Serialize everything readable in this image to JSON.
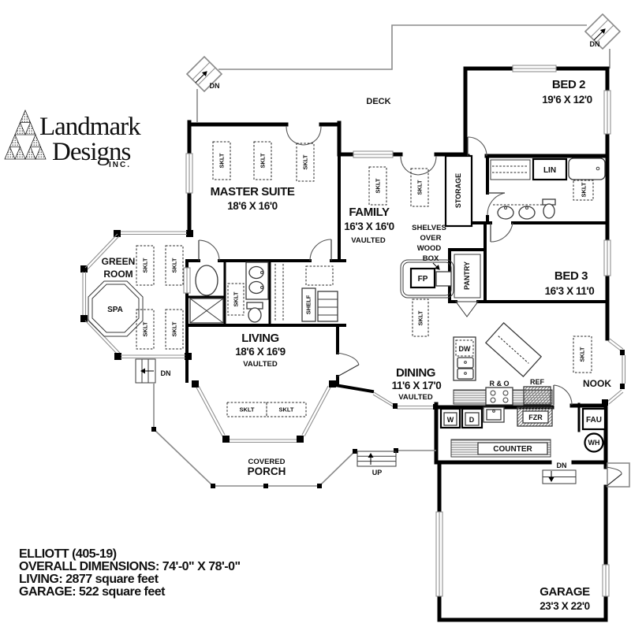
{
  "logo": {
    "name_top": "Landmark",
    "name_bottom": "Designs",
    "suffix": "INC."
  },
  "title_block": {
    "plan_name": "ELLIOTT (405-19)",
    "overall_dimensions": "OVERALL DIMENSIONS: 74'-0\" X 78'-0\"",
    "living_area": "LIVING: 2877 square feet",
    "garage_area": "GARAGE: 522 square feet"
  },
  "rooms": {
    "deck": {
      "name": "DECK"
    },
    "bed2": {
      "name": "BED 2",
      "dims": "19'6 X 12'0"
    },
    "master": {
      "name": "MASTER SUITE",
      "dims": "18'6 X 16'0"
    },
    "family": {
      "name": "FAMILY",
      "dims": "16'3 X 16'0",
      "note": "VAULTED"
    },
    "bed3": {
      "name": "BED 3",
      "dims": "16'3 X 11'0"
    },
    "green_room": {
      "line1": "GREEN",
      "line2": "ROOM"
    },
    "spa": {
      "name": "SPA"
    },
    "living": {
      "name": "LIVING",
      "dims": "18'6 X 16'9",
      "note": "VAULTED"
    },
    "dining": {
      "name": "DINING",
      "dims": "11'6 X 17'0",
      "note": "VAULTED"
    },
    "nook": {
      "name": "NOOK"
    },
    "porch": {
      "line1": "COVERED",
      "line2": "PORCH"
    },
    "garage": {
      "name": "GARAGE",
      "dims": "23'3 X 22'0"
    }
  },
  "fixtures": {
    "skylight": "SKLT",
    "storage": "STORAGE",
    "linen": "LIN",
    "shelves_note": {
      "line1": "SHELVES",
      "line2": "OVER",
      "line3": "WOOD",
      "line4": "BOX"
    },
    "fireplace": "FP",
    "pantry": "PANTRY",
    "shelf": "SHELF",
    "dishwasher": "DW",
    "range_oven": "R & O",
    "refrigerator": "REF",
    "freezer": "FZR",
    "washer": "W",
    "dryer": "D",
    "counter": "COUNTER",
    "furnace": "FAU",
    "water_heater": "WH",
    "down": "DN",
    "up": "UP"
  },
  "colors": {
    "wall": "#000000",
    "outline_gray": "#8a8a8a",
    "paper": "#ffffff"
  }
}
